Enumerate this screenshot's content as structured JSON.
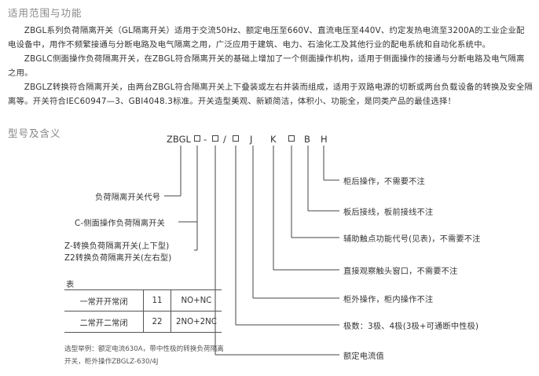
{
  "sections": {
    "scope_title": "适用范围与功能",
    "model_title": "型号及含义"
  },
  "paragraphs": [
    "ZBGL系列负荷隔离开关（GL隔离开关）适用于交流50Hz、额定电压至660V、直流电压至440V、约定发热电流至3200A的工业企业配电设备中，用作不频繁接通与分断电路及电气隔离之用，广泛应用于建筑、电力、石油化工及其他行业的配电系统和自动化系统中。",
    "ZBGLC侧面操作负荷隔离开关，在ZBGL符合隔离开关的基础上增加了一个侧面操作机构，适用于侧面操作的接通与分断电路及电气隔离之用。",
    "ZBGLZ转换符合隔离开关，由两台ZBGL符合隔离开关上下叠装或左右并装而组成，适用于双路电源的切断或两台负载设备的转换及安全隔离等。开关符合IEC60947—3、GBI4048.3标准。开关造型美观、新颖简洁，体积小、功能全，是同类产品的最佳选择！"
  ],
  "code": {
    "prefix": "ZBGL",
    "dash": "-",
    "slash": "/",
    "j": "J",
    "k": "K",
    "b": "B",
    "h": "H"
  },
  "left_labels": {
    "series": "负荷隔离开关代号",
    "side": "C-侧面操作负荷隔离开关",
    "z_line1": "Z-转换负荷隔离开关(上下型)",
    "z_line2": "Z2转换负荷隔离开关(左右型)"
  },
  "right_labels": [
    "柜后操作，不需要不注",
    "板后接线，板前接线不注",
    "辅助触点功能代号(见表)，不需要不注",
    "直接观察触头窗口，不需要不注",
    "柜外操作，柜内操作不注",
    "极数：3极、4极(3极+可通断中性极)",
    "额定电流值"
  ],
  "table": {
    "title": "表",
    "rows": [
      [
        "一常开开常闭",
        "11",
        "NO+NC"
      ],
      [
        "二常开二常闭",
        "22",
        "2NO+2NC"
      ]
    ]
  },
  "example": "选型举例：额定电流630A，带中性极的转换负荷隔离开关，柜外操作ZBGLZ-630/4J"
}
